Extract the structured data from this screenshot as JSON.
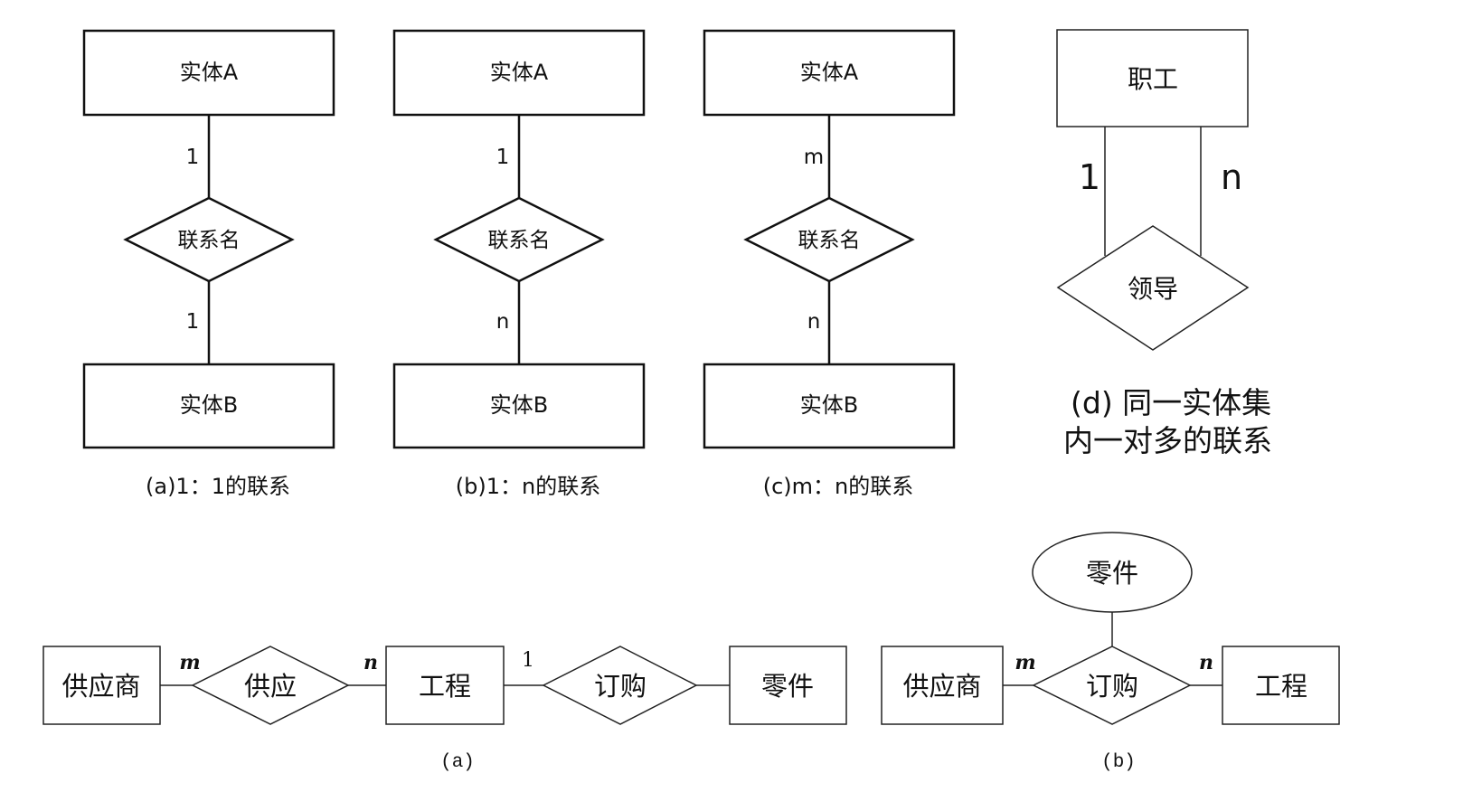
{
  "top": {
    "a": {
      "entity_a": "实体A",
      "relation": "联系名",
      "entity_b": "实体B",
      "card_top": "1",
      "card_bottom": "1",
      "caption": "(a)1：1的联系"
    },
    "b": {
      "entity_a": "实体A",
      "relation": "联系名",
      "entity_b": "实体B",
      "card_top": "1",
      "card_bottom": "n",
      "caption": "(b)1：n的联系"
    },
    "c": {
      "entity_a": "实体A",
      "relation": "联系名",
      "entity_b": "实体B",
      "card_top": "m",
      "card_bottom": "n",
      "caption": "(c)m：n的联系"
    },
    "d": {
      "entity": "职工",
      "relation": "领导",
      "card_left": "1",
      "card_right": "n",
      "caption_line1": "(d) 同一实体集",
      "caption_line2": "内一对多的联系"
    }
  },
  "bottom": {
    "a": {
      "supplier": "供应商",
      "supply": "供应",
      "project": "工程",
      "order": "订购",
      "part": "零件",
      "card_m": "m",
      "card_n": "n",
      "card_1": "1",
      "caption": "(a)"
    },
    "b": {
      "part": "零件",
      "supplier": "供应商",
      "order": "订购",
      "project": "工程",
      "card_m": "m",
      "card_n": "n",
      "caption": "(b)"
    }
  }
}
